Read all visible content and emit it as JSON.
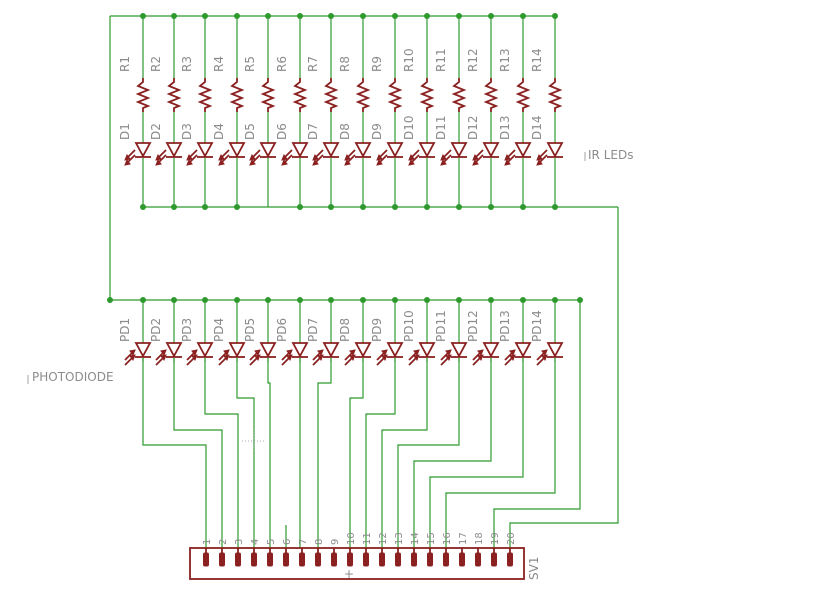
{
  "resistors": [
    "R1",
    "R2",
    "R3",
    "R4",
    "R5",
    "R6",
    "R7",
    "R8",
    "R9",
    "R10",
    "R11",
    "R12",
    "R13",
    "R14"
  ],
  "leds": [
    "D1",
    "D2",
    "D3",
    "D4",
    "D5",
    "D6",
    "D7",
    "D8",
    "D9",
    "D10",
    "D11",
    "D12",
    "D13",
    "D14"
  ],
  "photodiodes": [
    "PD1",
    "PD2",
    "PD3",
    "PD4",
    "PD5",
    "PD6",
    "PD7",
    "PD8",
    "PD9",
    "PD10",
    "PD11",
    "PD12",
    "PD13",
    "PD14"
  ],
  "group_labels": {
    "leds": "IR LEDs",
    "photodiodes": "PHOTODIODE"
  },
  "connector": {
    "name": "SV1",
    "pins": [
      "1",
      "2",
      "3",
      "4",
      "5",
      "6",
      "7",
      "8",
      "9",
      "10",
      "11",
      "12",
      "13",
      "14",
      "15",
      "16",
      "17",
      "18",
      "19",
      "20"
    ],
    "pin1_mark": "+"
  },
  "colors": {
    "wire": "#2e9a2e",
    "part": "#8b2020",
    "text": "#8c8c8c",
    "background": "#ffffff"
  }
}
